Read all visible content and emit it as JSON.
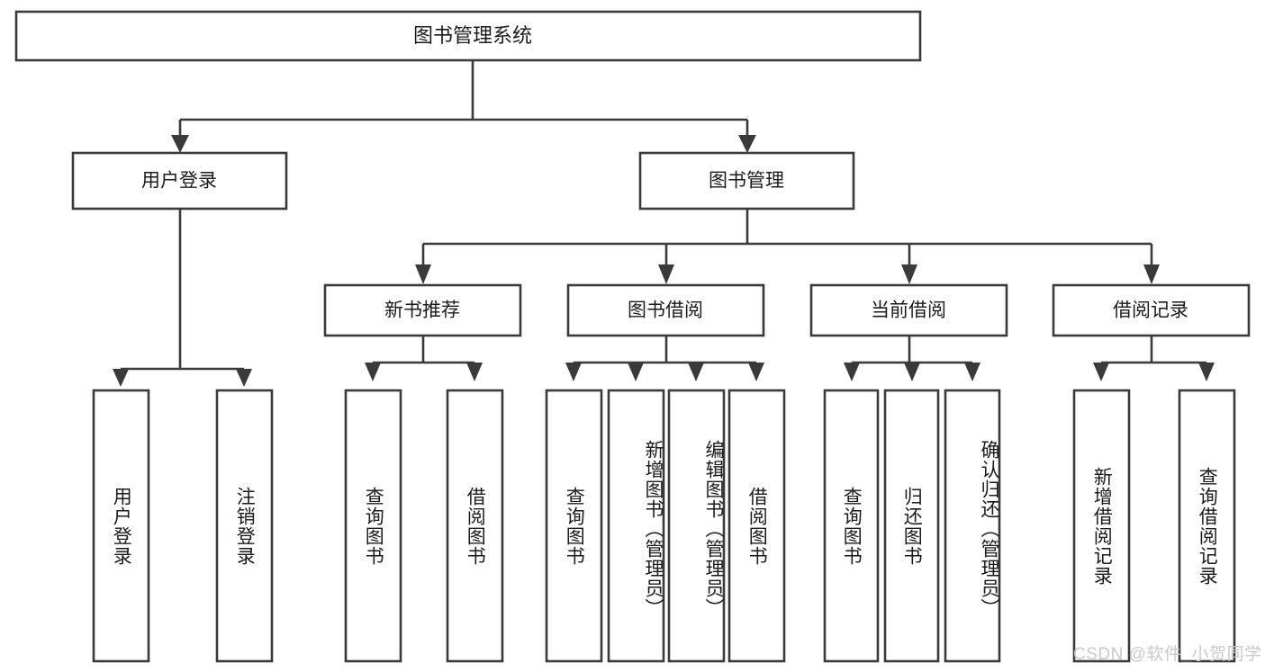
{
  "diagram": {
    "type": "tree-hierarchy-chart",
    "title": "图书管理系统",
    "watermark": "CSDN @软件_小贺同学",
    "colors": {
      "stroke": "#3a3a3a",
      "box_fill": "#ffffff",
      "text": "#1b1b1b",
      "watermark": "#c9c9c9",
      "background": "#ffffff"
    },
    "levels": {
      "root": {
        "label": "图书管理系统"
      },
      "level2": [
        {
          "id": "user-login",
          "label": "用户登录"
        },
        {
          "id": "book-management",
          "label": "图书管理"
        }
      ],
      "level3": [
        {
          "id": "new-book-recommend",
          "label": "新书推荐",
          "parent": "book-management"
        },
        {
          "id": "book-borrow",
          "label": "图书借阅",
          "parent": "book-management"
        },
        {
          "id": "current-borrow",
          "label": "当前借阅",
          "parent": "book-management"
        },
        {
          "id": "borrow-record",
          "label": "借阅记录",
          "parent": "book-management"
        }
      ],
      "leaves": [
        {
          "id": "leaf-user-login",
          "label": "用户登录",
          "parent": "user-login"
        },
        {
          "id": "leaf-logout-login",
          "label": "注销登录",
          "parent": "user-login"
        },
        {
          "id": "leaf-query-book-1",
          "label": "查询图书",
          "parent": "new-book-recommend"
        },
        {
          "id": "leaf-borrow-book-1",
          "label": "借阅图书",
          "parent": "new-book-recommend"
        },
        {
          "id": "leaf-query-book-2",
          "label": "查询图书",
          "parent": "book-borrow"
        },
        {
          "id": "leaf-add-book",
          "label": "新增图书（管理员）",
          "parent": "book-borrow"
        },
        {
          "id": "leaf-edit-book",
          "label": "编辑图书（管理员）",
          "parent": "book-borrow"
        },
        {
          "id": "leaf-borrow-book-2",
          "label": "借阅图书",
          "parent": "book-borrow"
        },
        {
          "id": "leaf-query-book-3",
          "label": "查询图书",
          "parent": "current-borrow"
        },
        {
          "id": "leaf-return-book",
          "label": "归还图书",
          "parent": "current-borrow"
        },
        {
          "id": "leaf-confirm-return",
          "label": "确认归还（管理员）",
          "parent": "current-borrow"
        },
        {
          "id": "leaf-add-record",
          "label": "新增借阅记录",
          "parent": "borrow-record"
        },
        {
          "id": "leaf-query-record",
          "label": "查询借阅记录",
          "parent": "borrow-record"
        }
      ]
    }
  }
}
